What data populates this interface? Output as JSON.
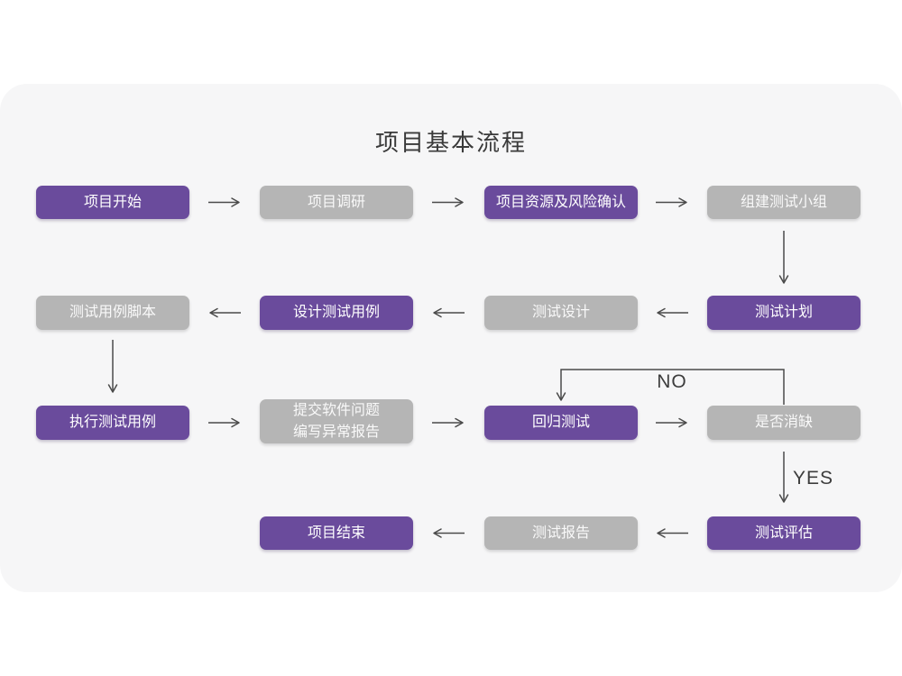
{
  "page_title": "项目基本流程",
  "colors": {
    "accent_purple": "#6a4b9c",
    "inactive_gray": "#b5b5b5",
    "card_background": "#f6f6f7",
    "arrow": "#4a4a4a",
    "title_text": "#3a3a3a"
  },
  "nodes": {
    "project_start": {
      "label": "项目开始",
      "state": "highlighted"
    },
    "project_research": {
      "label": "项目调研",
      "state": "normal"
    },
    "resource_risk": {
      "label": "项目资源及风险确认",
      "state": "highlighted"
    },
    "build_test_team": {
      "label": "组建测试小组",
      "state": "normal"
    },
    "test_case_script": {
      "label": "测试用例脚本",
      "state": "normal"
    },
    "design_test_cases": {
      "label": "设计测试用例",
      "state": "highlighted"
    },
    "test_design": {
      "label": "测试设计",
      "state": "normal"
    },
    "test_plan": {
      "label": "测试计划",
      "state": "highlighted"
    },
    "execute_test_cases": {
      "label": "执行测试用例",
      "state": "highlighted"
    },
    "submit_issue_report": {
      "label": "提交软件问题\n编写异常报告",
      "state": "normal"
    },
    "regression_test": {
      "label": "回归测试",
      "state": "highlighted"
    },
    "defect_cleared": {
      "label": "是否消缺",
      "state": "normal"
    },
    "project_end": {
      "label": "项目结束",
      "state": "highlighted"
    },
    "test_report": {
      "label": "测试报告",
      "state": "normal"
    },
    "test_evaluation": {
      "label": "测试评估",
      "state": "highlighted"
    }
  },
  "edge_labels": {
    "no": "NO",
    "yes": "YES"
  }
}
